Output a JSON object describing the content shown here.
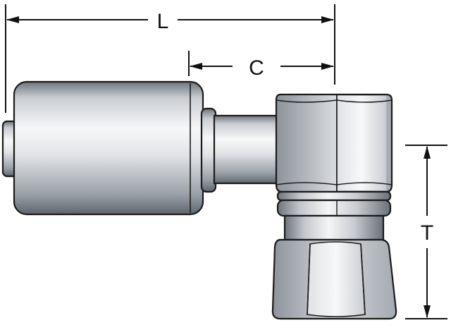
{
  "dimensions": {
    "length": {
      "label": "L"
    },
    "center": {
      "label": "C"
    },
    "thread": {
      "label": "T"
    }
  },
  "colors": {
    "outline": "#1a1a1a",
    "metal_light": "#f2f4f6",
    "metal_mid": "#b9bec4",
    "metal_dark": "#6e747b",
    "dimension_line": "#111111"
  }
}
